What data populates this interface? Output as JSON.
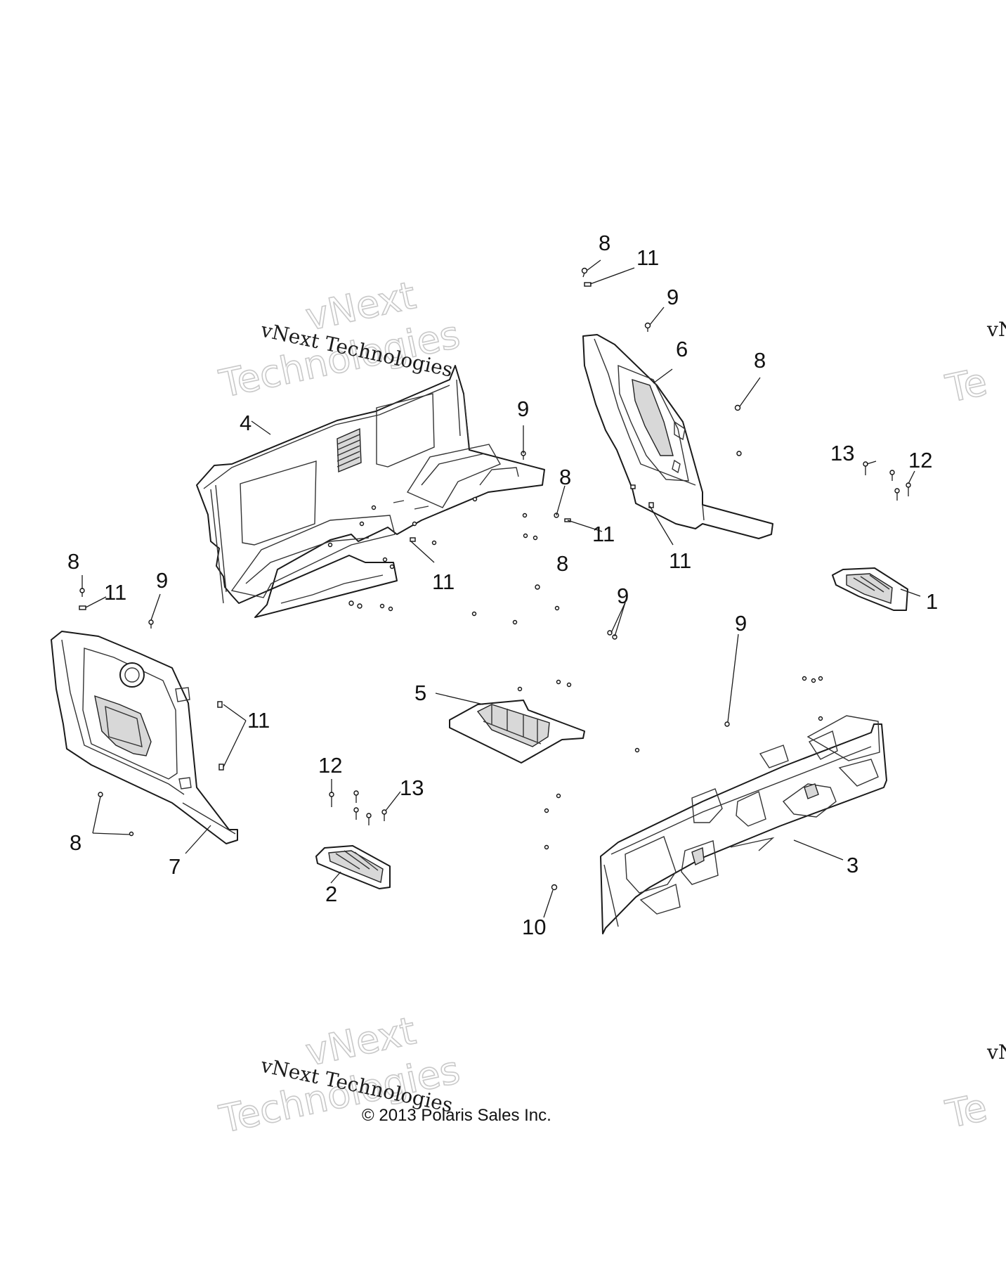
{
  "watermarks": {
    "outline_top": "vNext",
    "outline_bottom": "Technologies",
    "serif": "vNext Technologies",
    "edge_serif": "vN",
    "edge_outline": "Te"
  },
  "copyright": "© 2013 Polaris Sales Inc.",
  "callouts": {
    "c1": "1",
    "c2": "2",
    "c3": "3",
    "c4": "4",
    "c5": "5",
    "c6": "6",
    "c7": "7",
    "c8": "8",
    "c9": "9",
    "c10": "10",
    "c11": "11",
    "c12": "12",
    "c13": "13"
  }
}
